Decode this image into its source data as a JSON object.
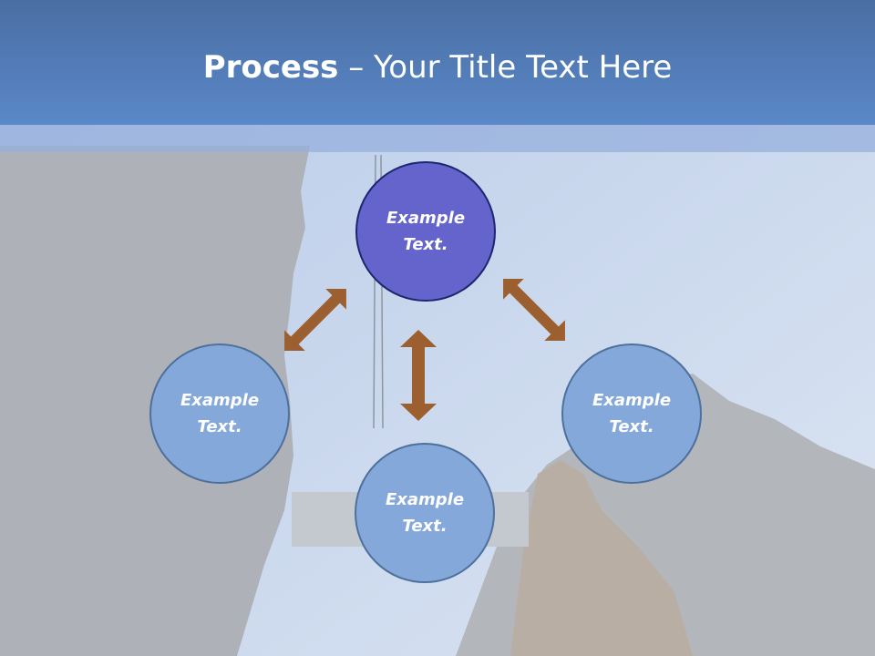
{
  "slide": {
    "title_bold": "Process",
    "title_rest": " – Your Title Text Here"
  },
  "diagram": {
    "nodes": [
      {
        "label": "Example\nText."
      },
      {
        "label": "Example\nText."
      },
      {
        "label": "Example\nText."
      },
      {
        "label": "Example\nText."
      }
    ]
  },
  "colors": {
    "header": "#5a88c8",
    "center_node": "#6464cc",
    "outer_node": "#84a8da",
    "arrow": "#9c6030"
  },
  "icons": [
    "double-arrow-icon"
  ]
}
